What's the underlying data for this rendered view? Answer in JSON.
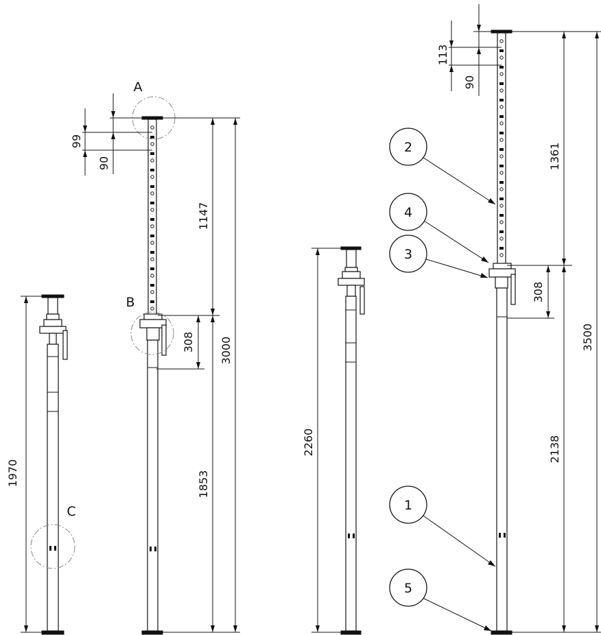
{
  "dimensions": {
    "d_99": "99",
    "d_90_left": "90",
    "d_1147": "1147",
    "d_308_left": "308",
    "d_3000": "3000",
    "d_1853": "1853",
    "d_1970": "1970",
    "d_2260": "2260",
    "d_113": "113",
    "d_90_right": "90",
    "d_1361": "1361",
    "d_308_right": "308",
    "d_2138": "2138",
    "d_3500": "3500"
  },
  "detail_labels": {
    "a": "A",
    "b": "B",
    "c": "C"
  },
  "callouts": {
    "c1": "1",
    "c2": "2",
    "c3": "3",
    "c4": "4",
    "c5": "5"
  }
}
